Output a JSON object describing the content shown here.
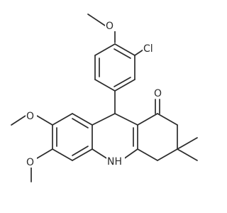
{
  "atoms": {
    "top_methoxy_o": "O",
    "chloro": "Cl",
    "ketone_o": "O",
    "left_methoxy_o_upper": "O",
    "left_methoxy_o_lower": "O",
    "nh": "NH"
  }
}
